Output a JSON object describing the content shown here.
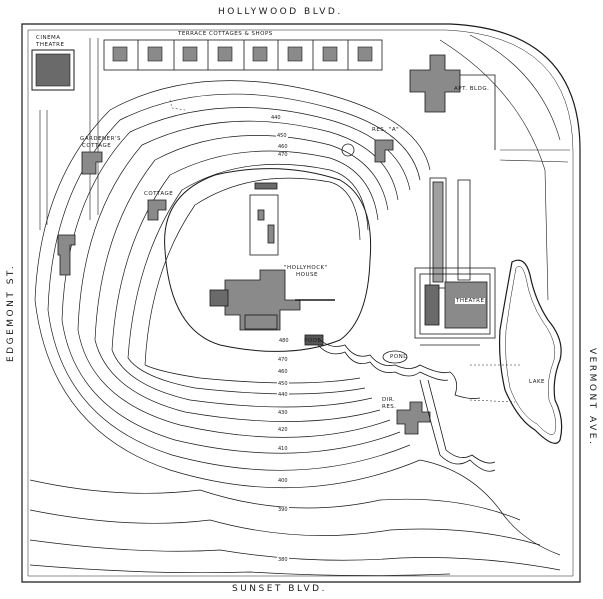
{
  "streets": {
    "north": "HOLLYWOOD  BLVD.",
    "south": "SUNSET   BLVD.",
    "west": "EDGEMONT   ST.",
    "east": "VERMONT   AVE."
  },
  "labels": {
    "cinema_theatre": [
      "CINEMA",
      "THEATRE"
    ],
    "terrace_cottages": "TERRACE  COTTAGES  &  SHOPS",
    "gardeners_cottage": [
      "GARDENER'S",
      "COTTAGE"
    ],
    "cottage": "COTTAGE",
    "apt_bldg": "APT. BLDG.",
    "res_a": "RES. \"A\"",
    "hollyhock_house": [
      "\"HOLLYHOCK\"",
      "HOUSE"
    ],
    "theatre": "THEATRE",
    "pool": "POOL",
    "pond": "POND",
    "lake": "LAKE",
    "dir_res": [
      "DIR.",
      "RES."
    ]
  },
  "contours": {
    "c440_top": "440",
    "c450_top": "450",
    "c460_top": "460",
    "c470_top": "470",
    "c480": "480",
    "c470": "470",
    "c460": "460",
    "c450": "450",
    "c440": "440",
    "c430": "430",
    "c420": "420",
    "c410": "410",
    "c400": "400",
    "c390": "390",
    "c380": "380"
  }
}
